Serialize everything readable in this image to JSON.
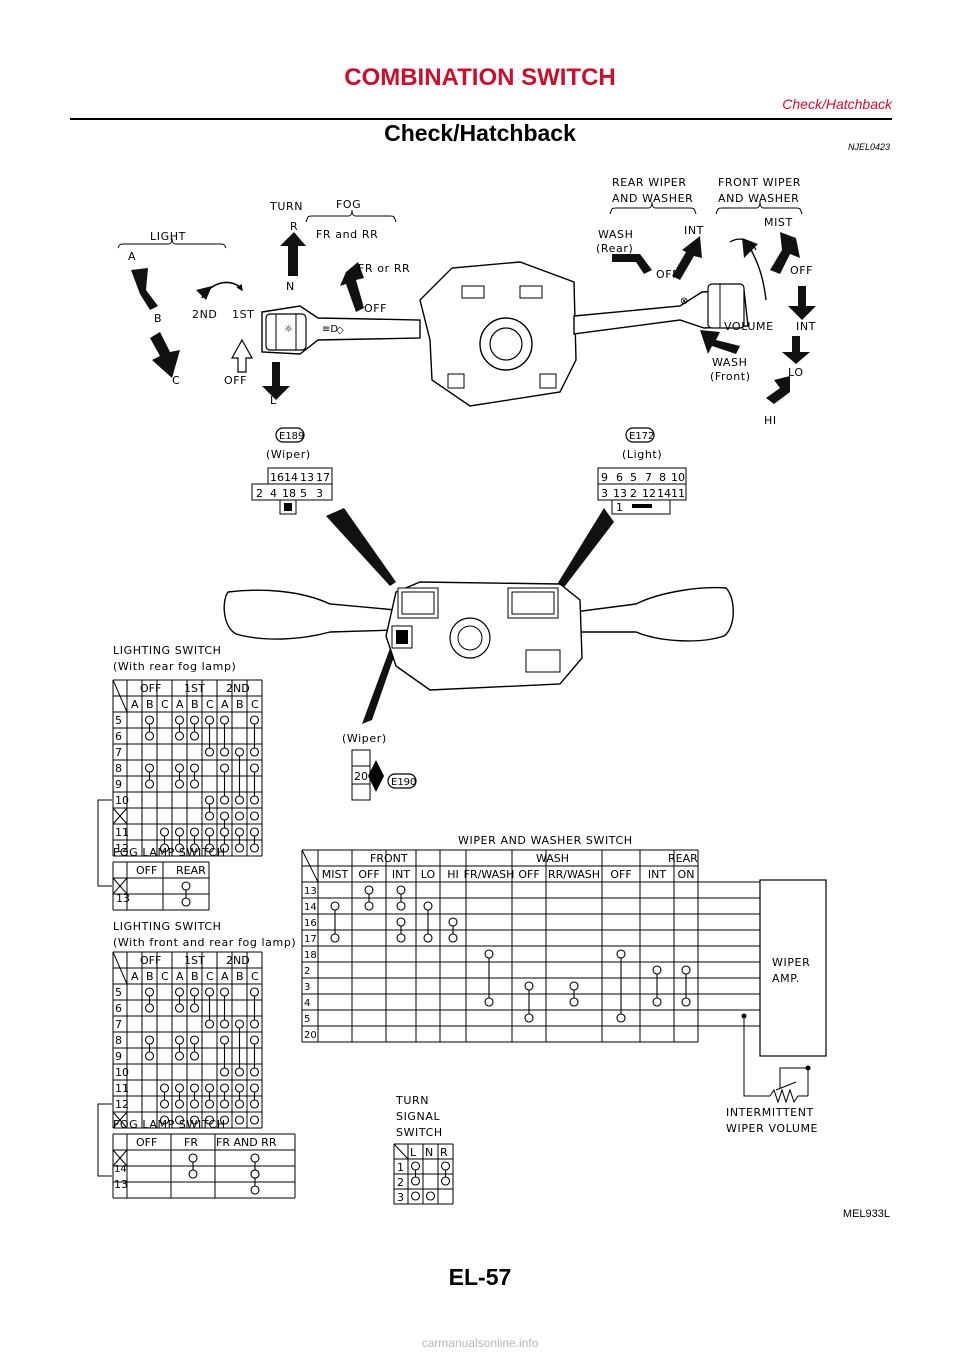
{
  "header": {
    "title": "COMBINATION SWITCH",
    "subtitle": "Check/Hatchback"
  },
  "section": {
    "title": "Check/Hatchback",
    "code": "NJEL0423"
  },
  "switch_diagram": {
    "light_group": "LIGHT",
    "light_a": "A",
    "light_b": "B",
    "light_c": "C",
    "light_2nd": "2ND",
    "light_1st": "1ST",
    "light_off": "OFF",
    "turn_group": "TURN",
    "turn_r": "R",
    "turn_n": "N",
    "turn_l": "L",
    "fog_group": "FOG",
    "fog_fr_rr": "FR and RR",
    "fog_fr_or_rr": "FR or RR",
    "fog_off": "OFF",
    "rear_group_1": "REAR WIPER",
    "rear_group_2": "AND WASHER",
    "rear_wash_1": "WASH",
    "rear_wash_2": "(Rear)",
    "rear_int": "INT",
    "rear_off": "OFF",
    "front_group_1": "FRONT WIPER",
    "front_group_2": "AND WASHER",
    "front_mist": "MIST",
    "front_off": "OFF",
    "front_int": "INT",
    "front_lo": "LO",
    "front_hi": "HI",
    "volume": "VOLUME",
    "front_wash_1": "WASH",
    "front_wash_2": "(Front)"
  },
  "connectors": {
    "e189": {
      "id": "E189",
      "label": "(Wiper)",
      "top_row": [
        "16",
        "14",
        "13",
        "17"
      ],
      "bottom_row": [
        "2",
        "4",
        "18",
        "5",
        "3"
      ]
    },
    "e172": {
      "id": "E172",
      "label": "(Light)",
      "top_row": [
        "9",
        "6",
        "5",
        "7",
        "8",
        "10"
      ],
      "bottom_row": [
        "3",
        "13",
        "2",
        "12",
        "14",
        "11"
      ],
      "single": "1"
    },
    "e190": {
      "id": "E190",
      "label": "(Wiper)",
      "pin": "20"
    }
  },
  "lighting_rear": {
    "title_1": "LIGHTING SWITCH",
    "title_2": "(With rear fog lamp)",
    "groups": [
      "OFF",
      "1ST",
      "2ND"
    ],
    "cols": [
      "A",
      "B",
      "C",
      "A",
      "B",
      "C",
      "A",
      "B",
      "C"
    ],
    "rows": [
      "5",
      "6",
      "7",
      "8",
      "9",
      "10",
      "",
      "11",
      "12"
    ]
  },
  "fog_rear": {
    "title": "FOG LAMP SWITCH",
    "cols": [
      "OFF",
      "REAR"
    ],
    "rows": [
      "",
      "13"
    ]
  },
  "lighting_front_rear": {
    "title_1": "LIGHTING SWITCH",
    "title_2": "(With front and rear fog lamp)",
    "groups": [
      "OFF",
      "1ST",
      "2ND"
    ],
    "cols": [
      "A",
      "B",
      "C",
      "A",
      "B",
      "C",
      "A",
      "B",
      "C"
    ],
    "rows": [
      "5",
      "6",
      "7",
      "8",
      "9",
      "10",
      "11",
      "12",
      ""
    ]
  },
  "fog_front_rear": {
    "title": "FOG LAMP SWITCH",
    "cols": [
      "OFF",
      "FR",
      "FR AND RR"
    ],
    "rows": [
      "",
      "14",
      "13"
    ]
  },
  "wiper": {
    "title": "WIPER AND WASHER SWITCH",
    "groups": [
      "FRONT",
      "WASH",
      "REAR"
    ],
    "cols": [
      "MIST",
      "OFF",
      "INT",
      "LO",
      "HI",
      "FR/WASH",
      "OFF",
      "RR/WASH",
      "OFF",
      "INT",
      "ON"
    ],
    "rows": [
      "13",
      "14",
      "16",
      "17",
      "18",
      "2",
      "3",
      "4",
      "5",
      "20"
    ],
    "amp_1": "WIPER",
    "amp_2": "AMP.",
    "volume_1": "INTERMITTENT",
    "volume_2": "WIPER VOLUME"
  },
  "turn_signal": {
    "title_1": "TURN",
    "title_2": "SIGNAL",
    "title_3": "SWITCH",
    "cols": [
      "L",
      "N",
      "R"
    ],
    "rows": [
      "1",
      "2",
      "3"
    ]
  },
  "figure_code": "MEL933L",
  "page_number": "EL-57",
  "footer": "carmanualsonline.info"
}
